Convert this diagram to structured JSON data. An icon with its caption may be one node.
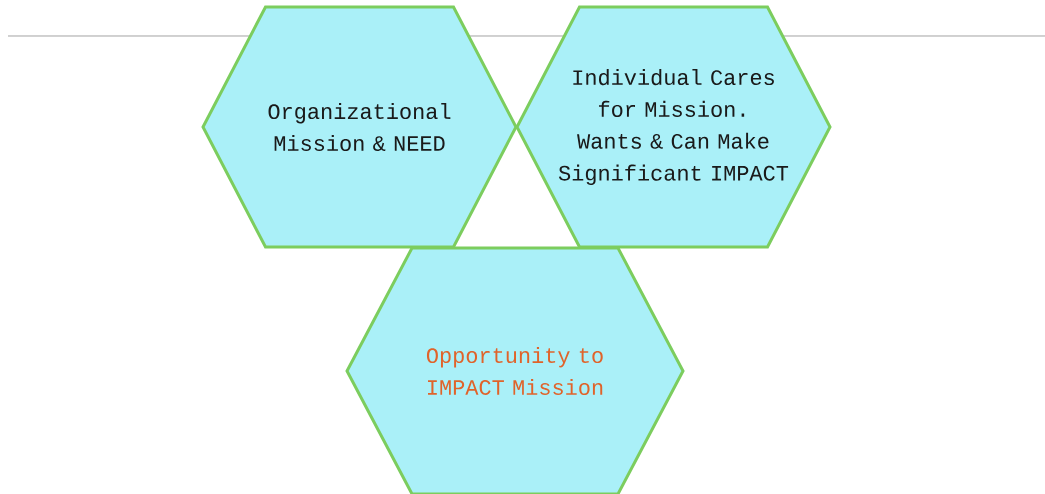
{
  "diagram": {
    "nodes": [
      {
        "text": [
          "Organizational Mission & NEED"
        ]
      },
      {
        "text": [
          "Individual Cares for Mission. Wants & Can Make Significant IMPACT"
        ]
      },
      {
        "text": [
          "Opportunity to IMPACT Mission"
        ]
      }
    ]
  }
}
